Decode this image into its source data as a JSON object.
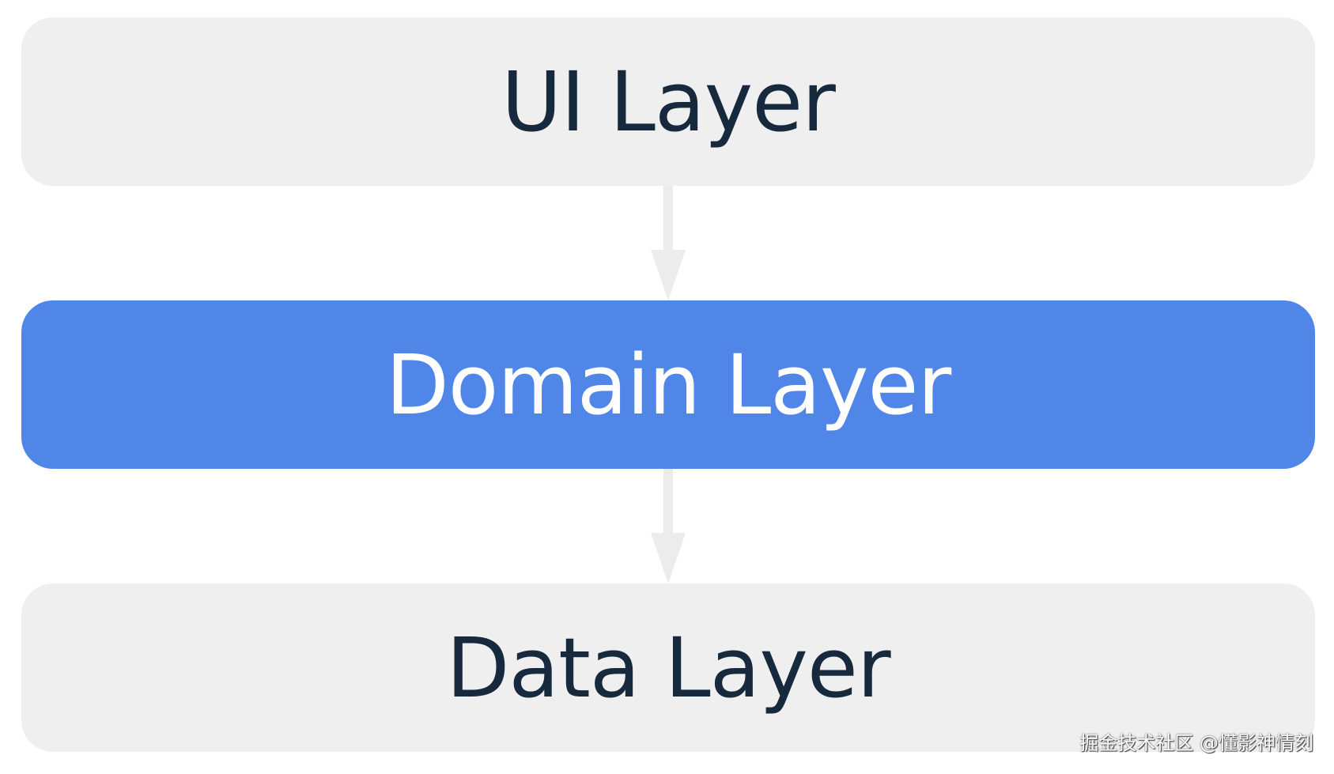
{
  "layers": [
    {
      "label": "UI Layer",
      "background": "#EFEFEF",
      "text_color": "#16293D"
    },
    {
      "label": "Domain Layer",
      "background": "#5086E8",
      "text_color": "#FFFFFF"
    },
    {
      "label": "Data Layer",
      "background": "#EFEFEF",
      "text_color": "#16293D"
    }
  ],
  "connector_color": "#ECECEC",
  "watermark": "掘金技术社区 @懂影神情刻"
}
